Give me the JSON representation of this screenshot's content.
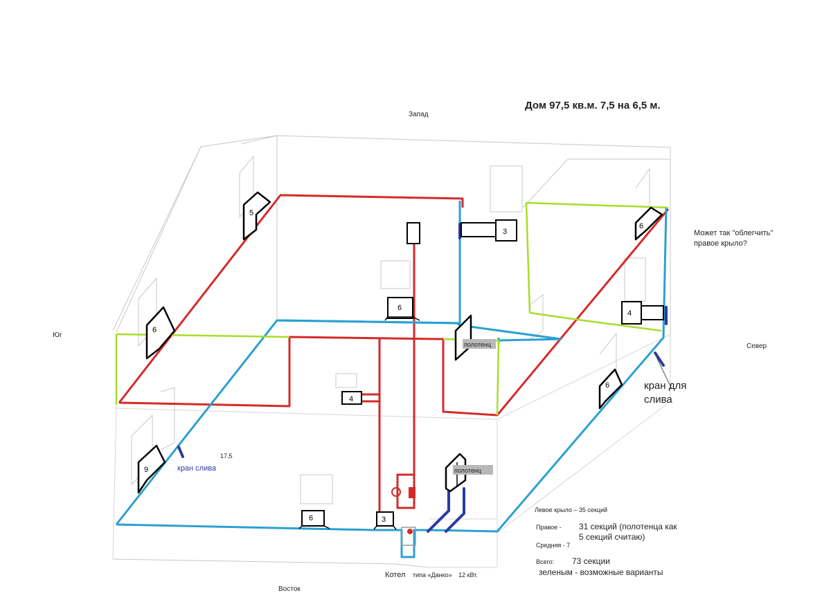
{
  "title": "Дом 97,5 кв.м.  7,5 на 6,5 м.",
  "directions": {
    "north": "Север",
    "south": "Юг",
    "east": "Восток",
    "west": "Запад"
  },
  "question": {
    "line1": "Может так \"облегчить\"",
    "line2": "правое крыло?"
  },
  "drain_valve_right": {
    "line1": "кран для",
    "line2": "слива"
  },
  "drain_valve_left": "кран слива",
  "dimension_label": "17,5",
  "towel_label": "полотенц",
  "radiators": {
    "west_wall_left": "5",
    "south_left": "6",
    "south_bottom": "9",
    "center_back": "6",
    "top_link": "3",
    "north_corner": "6",
    "north_right": "4",
    "east_right": "6",
    "middle_left": "4",
    "front_mid": "6",
    "front_boiler": "3"
  },
  "boiler_label": {
    "word": "Котел",
    "model": "типа «Данко»",
    "power": "12 кВт."
  },
  "legend": {
    "left_wing": "Левое крыло – 35 секций",
    "right_label": "Правое -",
    "right_value_1": "31 секций (полотенца как",
    "right_value_2": "5 секций считаю)",
    "middle": "Средняя -  7",
    "total_label": "Всего:",
    "total_value": "73 секции",
    "green_note": "зеленым - возможные варианты"
  },
  "colors": {
    "supply_pipe": "#d42a2a",
    "return_pipe": "#2aa0d0",
    "optional_pipe": "#a8dc2a",
    "drain_valve": "#2c3aa0",
    "wireframe": "#c8c8c8"
  }
}
